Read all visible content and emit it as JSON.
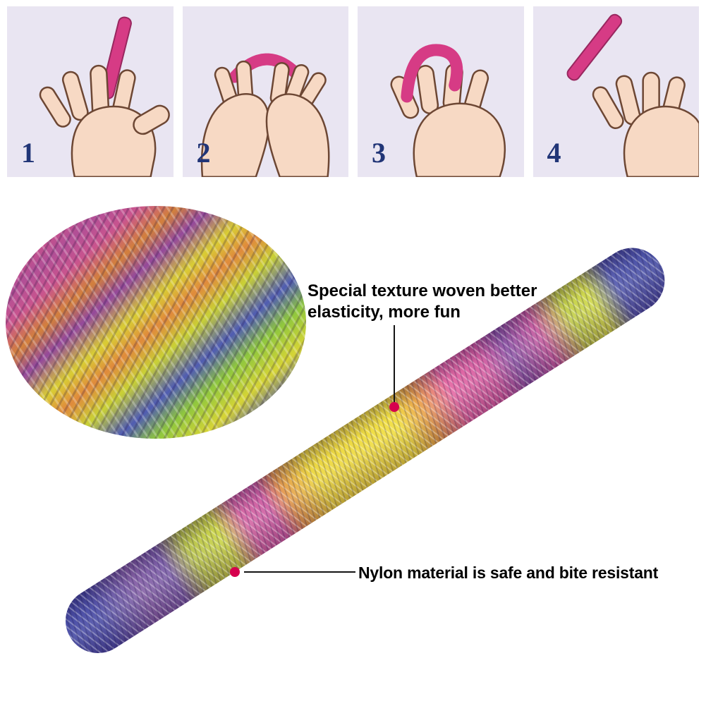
{
  "steps": [
    {
      "number": "1",
      "icon": "hand-holding-stick-icon"
    },
    {
      "number": "2",
      "icon": "hands-bending-stick-icon"
    },
    {
      "number": "3",
      "icon": "hand-folding-stick-icon"
    },
    {
      "number": "4",
      "icon": "hand-flicking-stick-icon"
    }
  ],
  "annotations": [
    {
      "id": "texture",
      "line1": "Special texture woven better",
      "line2": "elasticity, more fun"
    },
    {
      "id": "material",
      "text": "Nylon material is safe and bite resistant"
    }
  ],
  "colors": {
    "panel_background": "#e9e5f2",
    "step_number": "#213577",
    "stick_pink": "#d63b85",
    "marker_red": "#d6004e",
    "annotation_text": "#000000",
    "tube_yellow": "#f0dc2e",
    "tube_pink": "#e25b9b",
    "tube_blue": "#33389a",
    "tube_green": "#c6d136",
    "tube_orange": "#e2913c",
    "tube_purple": "#84489f"
  }
}
